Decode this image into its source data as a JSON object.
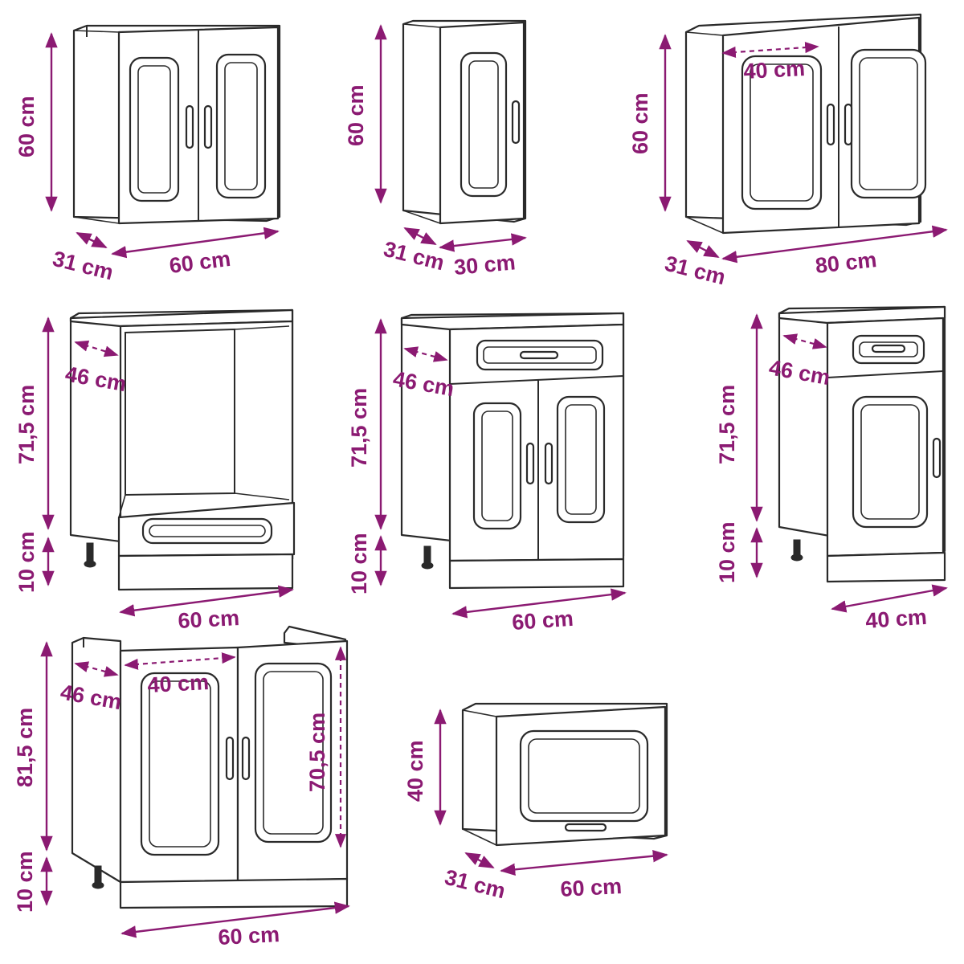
{
  "colors": {
    "dimension": "#8b1a72",
    "outline": "#2a2a2a",
    "background": "#ffffff"
  },
  "cabinets": [
    {
      "name": "wall-cabinet-2-doors-60",
      "labels": {
        "height": "60 cm",
        "depth": "31 cm",
        "width": "60 cm"
      }
    },
    {
      "name": "wall-cabinet-1-door-30",
      "labels": {
        "height": "60 cm",
        "depth": "31 cm",
        "width": "30 cm"
      }
    },
    {
      "name": "wall-cabinet-2-doors-80",
      "labels": {
        "height": "60 cm",
        "depth": "31 cm",
        "width": "80 cm",
        "door_width": "40 cm"
      }
    },
    {
      "name": "oven-base-cabinet-60",
      "labels": {
        "depth": "46 cm",
        "height": "71,5 cm",
        "legs": "10 cm",
        "width": "60 cm"
      }
    },
    {
      "name": "drawer-base-cabinet-60",
      "labels": {
        "depth": "46 cm",
        "height": "71,5 cm",
        "legs": "10 cm",
        "width": "60 cm"
      }
    },
    {
      "name": "drawer-base-cabinet-40",
      "labels": {
        "depth": "46 cm",
        "height": "71,5 cm",
        "legs": "10 cm",
        "width": "40 cm"
      }
    },
    {
      "name": "sink-base-cabinet-60",
      "labels": {
        "depth": "46 cm",
        "door_width": "40 cm",
        "height": "81,5 cm",
        "inner_height": "70,5 cm",
        "legs": "10 cm",
        "width": "60 cm"
      }
    },
    {
      "name": "wall-cabinet-flap-60",
      "labels": {
        "height": "40 cm",
        "depth": "31 cm",
        "width": "60 cm"
      }
    }
  ]
}
